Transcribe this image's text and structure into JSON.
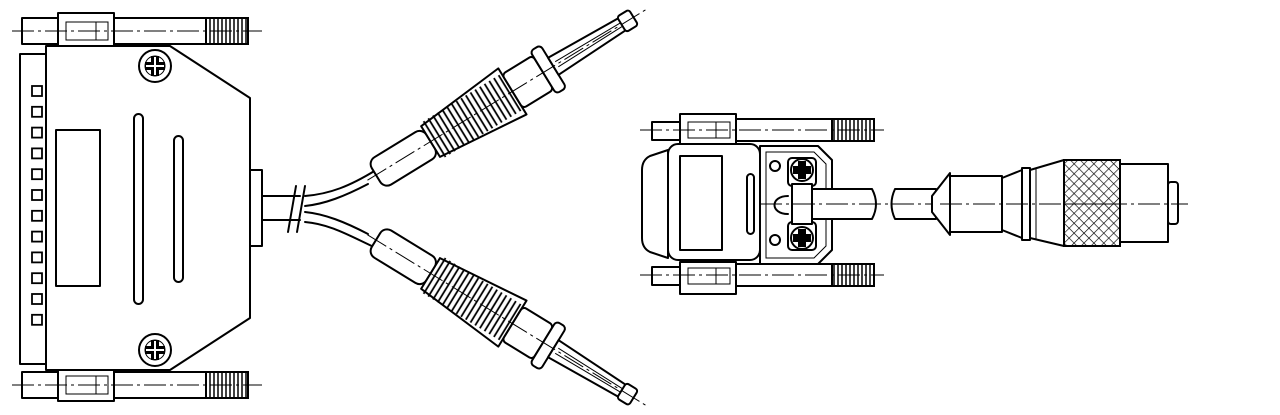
{
  "figure": {
    "type": "technical-line-drawing",
    "subject": "cable-assemblies",
    "text_labels": [],
    "colors": {
      "line": "#000000",
      "background": "#ffffff"
    }
  },
  "assemblies": [
    {
      "id": "dsub-to-dual-plug",
      "parts": [
        "d-sub-connector-housing",
        "split-cable",
        "plug-upper",
        "plug-lower"
      ],
      "pin_count_visible": 12
    },
    {
      "id": "dsub-to-round-connector",
      "parts": [
        "compact-d-sub-housing",
        "cable",
        "round-connector-knurled"
      ]
    }
  ]
}
